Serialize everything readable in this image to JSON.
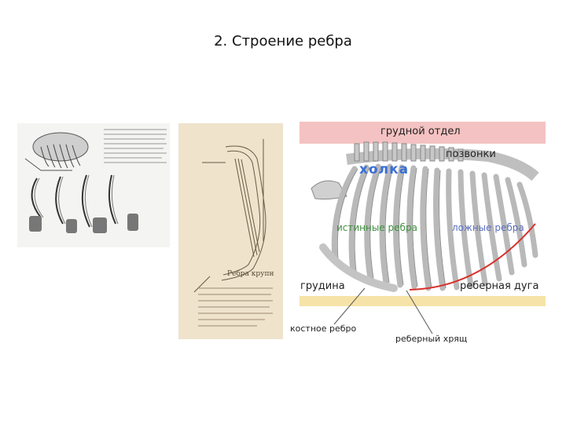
{
  "slide": {
    "title": "2. Строение ребра"
  },
  "left_figure": {
    "caption_title": "Ребра крупн"
  },
  "right_figure": {
    "header": "грудной отдел",
    "labels": {
      "vertebrae": "позвонки",
      "backbone": "холка",
      "true_ribs": "истинные ребра",
      "false_ribs": "ложные ребра",
      "sternum": "грудина",
      "costal_arch": "реберная дуга"
    },
    "colors": {
      "header_band": "#f4c2c2",
      "footer_band": "#f6e3a8",
      "costal_arch_line": "#d9312b",
      "backbone_text": "#3a6fd8"
    }
  },
  "callouts": {
    "bone_rib": "костное ребро",
    "rib_cartilage": "реберный хрящ"
  }
}
